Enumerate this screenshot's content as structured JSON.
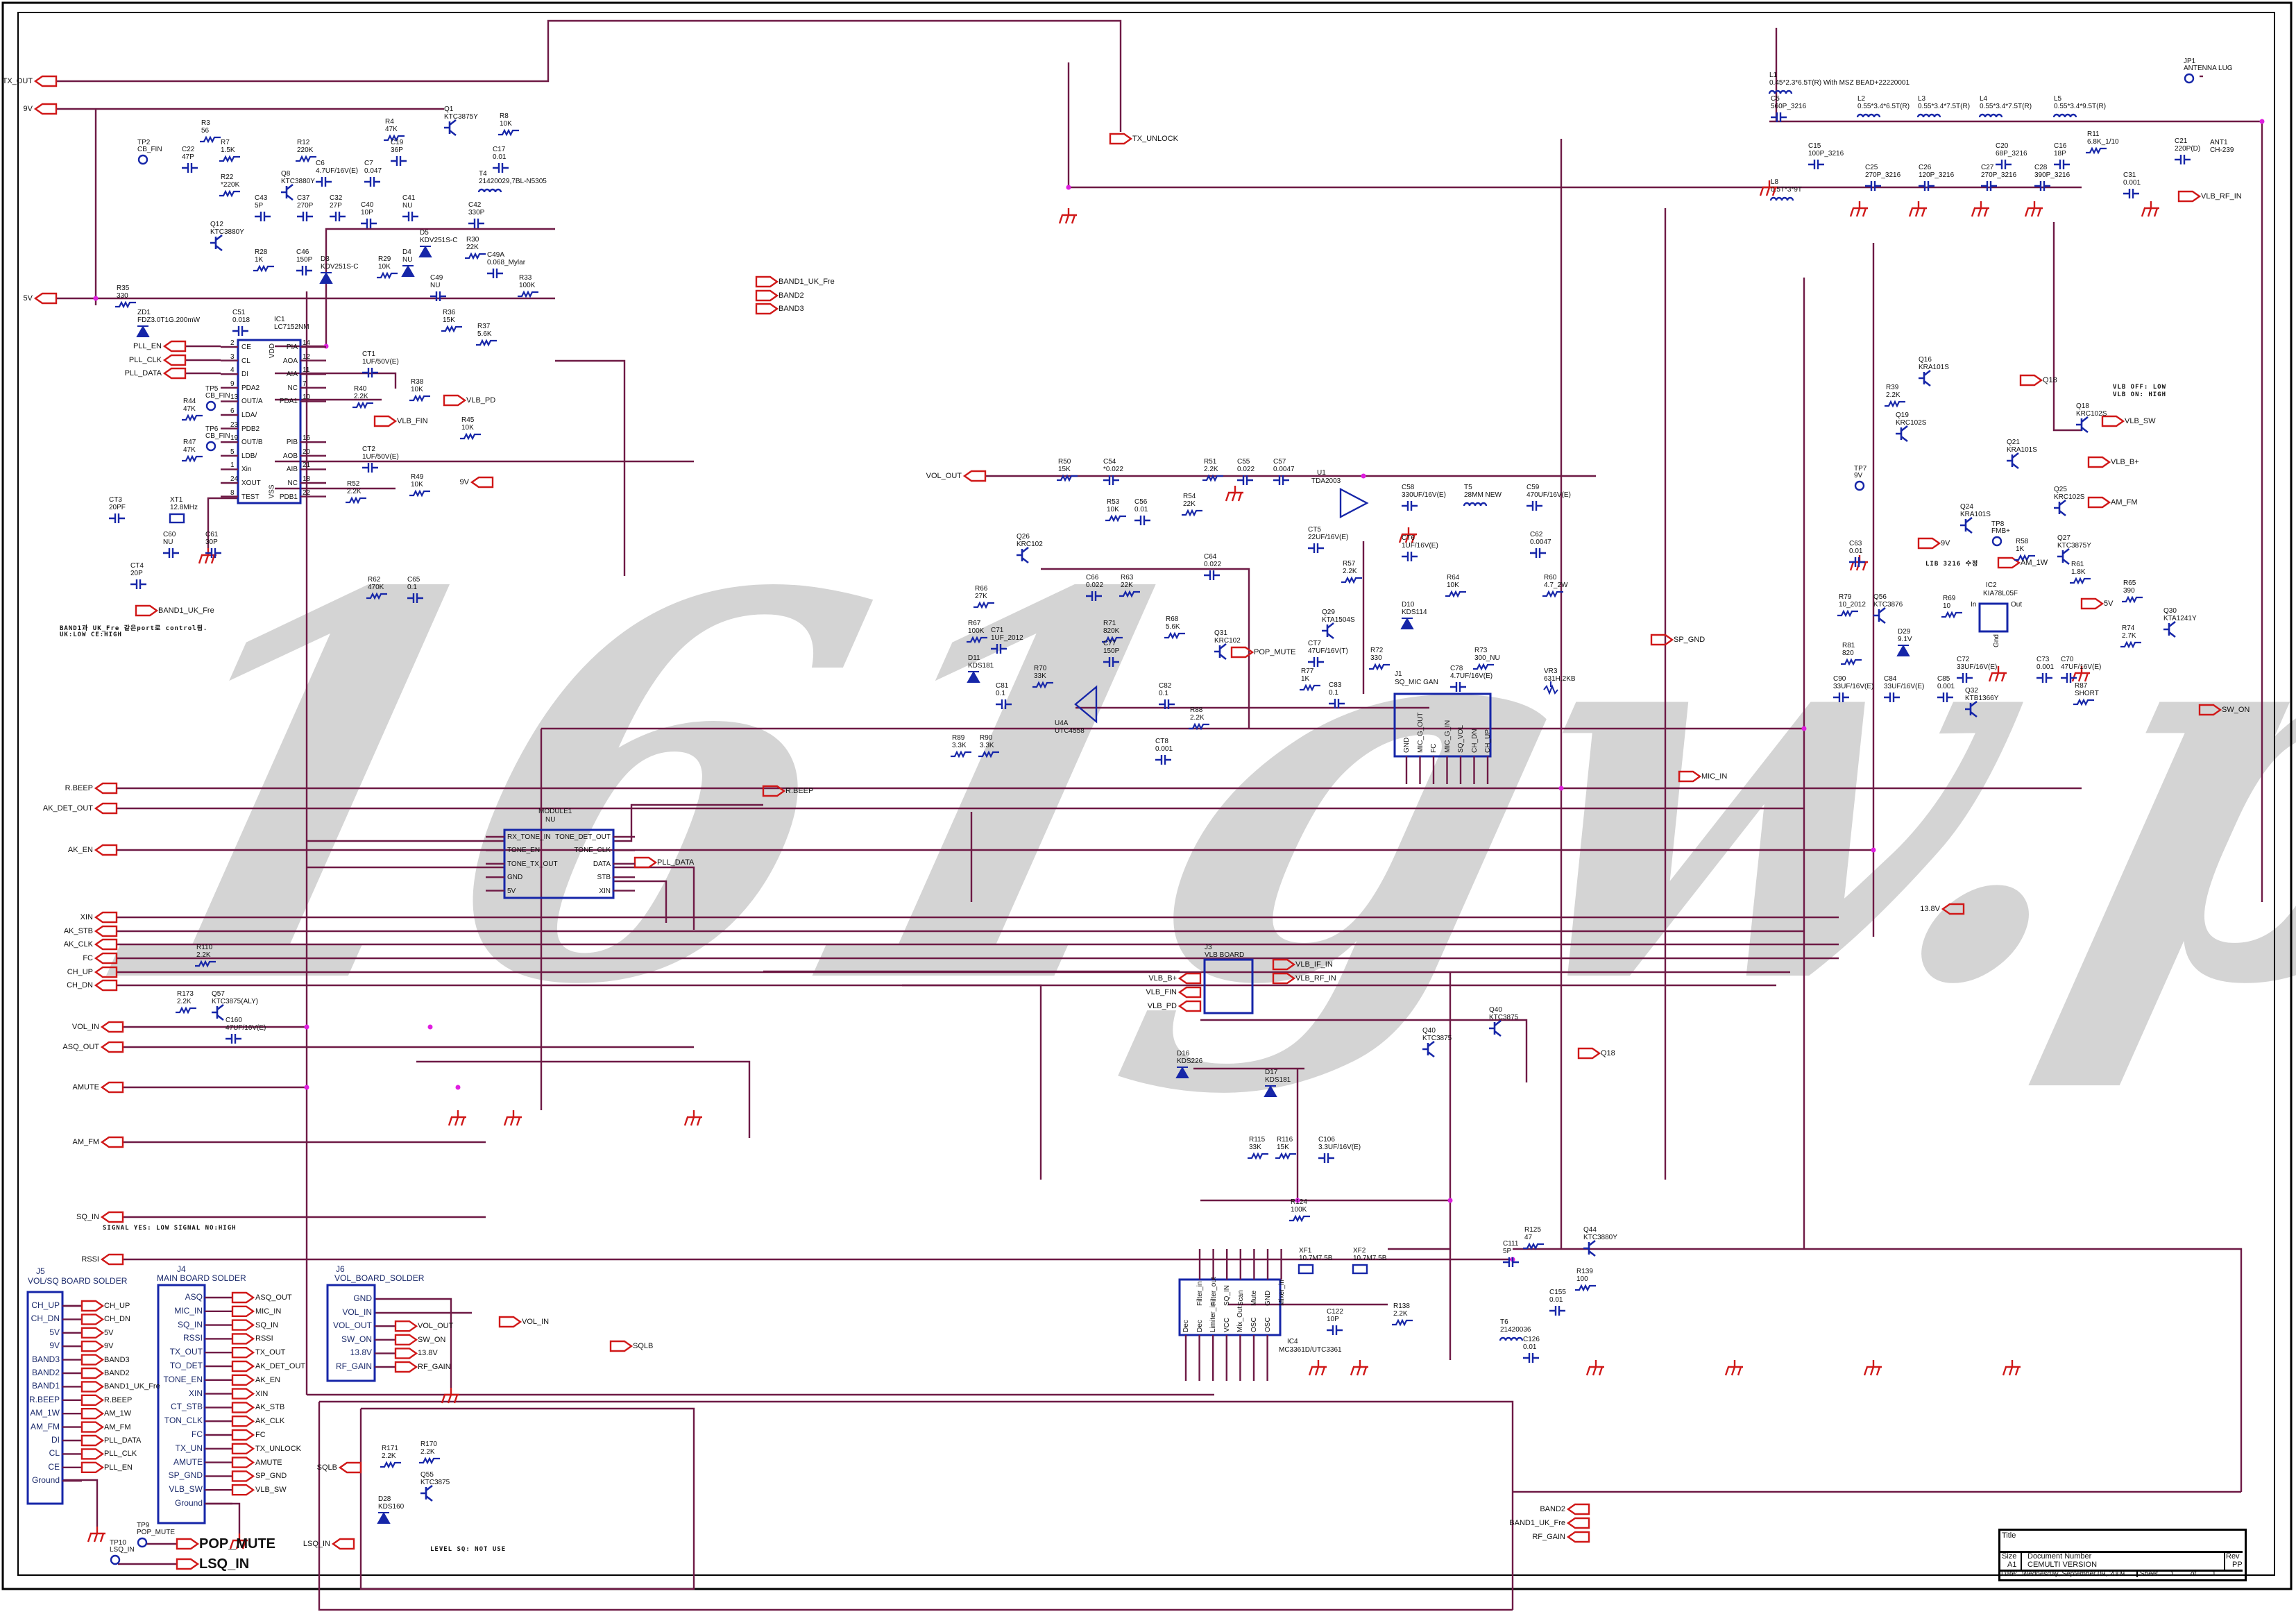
{
  "watermark": "161gw.pl",
  "title_block": {
    "title_label": "Title",
    "size_label": "Size",
    "size": "A1",
    "docnum_label": "Document Number",
    "docnum": "CEMULTI VERSION",
    "rev_label": "Rev",
    "rev": "PP",
    "date_label": "Date:",
    "date": "Wednesday, September 09, 2009",
    "sheet_label": "Sheet",
    "sheet": "1",
    "of_label": "of",
    "sheet_total": "1"
  },
  "ports": [
    "TX_OUT",
    "9V",
    "5V",
    "PLL_EN",
    "PLL_CLK",
    "PLL_DATA",
    "R.BEEP",
    "AK_DET_OUT",
    "AK_EN",
    "XIN",
    "AK_STB",
    "AK_CLK",
    "FC",
    "CH_UP",
    "CH_DN",
    "VOL_IN",
    "ASQ_OUT",
    "AMUTE",
    "AM_FM",
    "SQ_IN",
    "RSSI",
    "VLB_PD",
    "VLB_FIN",
    "9V",
    "BAND1_UK_Fre",
    "VOL_OUT",
    "POP_MUTE",
    "PLL_DATA",
    "Q18",
    "VLB_SW",
    "VLB_B+",
    "AM_FM",
    "9V",
    "5V",
    "VLB_RF_IN",
    "VLB_IF_IN",
    "VLB_RF_IN",
    "Q18",
    "SQLB",
    "LSQ_IN",
    "POP_MUTE",
    "LSQ_IN",
    "BAND1_UK_Fre",
    "BAND2",
    "BAND3",
    "TX_UNLOCK",
    "MIC_IN",
    "SW_ON",
    "SP_GND",
    "AM_1W",
    "13.8V",
    "VLB_B+",
    "VLB_FIN",
    "VLB_PD",
    "BAND2",
    "BAND1_UK_Fre",
    "RF_GAIN",
    "SQLB",
    "VOL_IN",
    "R.BEEP"
  ],
  "connectors": {
    "j5": {
      "ref": "J5",
      "name": "VOL/SQ BOARD SOLDER",
      "pins": [
        "CH_UP",
        "CH_DN",
        "5V",
        "9V",
        "BAND3",
        "BAND2",
        "BAND1",
        "R.BEEP",
        "AM_1W",
        "AM_FM",
        "DI",
        "CL",
        "CE",
        "Ground"
      ],
      "nets": [
        "CH_UP",
        "CH_DN",
        "5V",
        "9V",
        "BAND3",
        "BAND2",
        "BAND1_UK_Fre",
        "R.BEEP",
        "AM_1W",
        "AM_FM",
        "PLL_DATA",
        "PLL_CLK",
        "PLL_EN"
      ]
    },
    "j4": {
      "ref": "J4",
      "name": "MAIN BOARD SOLDER",
      "pins": [
        "ASQ",
        "MIC_IN",
        "SQ_IN",
        "RSSI",
        "TX_OUT",
        "TO_DET",
        "TONE_EN",
        "XIN",
        "CT_STB",
        "TON_CLK",
        "FC",
        "TX_UN",
        "AMUTE",
        "SP_GND",
        "VLB_SW",
        "Ground"
      ],
      "nets": [
        "ASQ_OUT",
        "MIC_IN",
        "SQ_IN",
        "RSSI",
        "TX_OUT",
        "AK_DET_OUT",
        "AK_EN",
        "XIN",
        "AK_STB",
        "AK_CLK",
        "FC",
        "TX_UNLOCK",
        "AMUTE",
        "SP_GND",
        "VLB_SW"
      ]
    },
    "j6": {
      "ref": "J6",
      "name": "VOL_BOARD_SOLDER",
      "pins": [
        "GND",
        "VOL_IN",
        "VOL_OUT",
        "SW_ON",
        "13.8V",
        "RF_GAIN"
      ],
      "nets": [
        "VOL_OUT",
        "SW_ON",
        "13.8V",
        "RF_GAIN"
      ]
    },
    "module1": {
      "ref": "MODULE1",
      "value": "NU",
      "left": [
        "RX_TONE_IN",
        "TONE_EN",
        "TONE_TX_OUT",
        "GND",
        "5V"
      ],
      "right": [
        "TONE_DET_OUT",
        "TONE_CLK",
        "DATA",
        "STB",
        "XIN"
      ]
    },
    "ic1": {
      "ref": "IC1",
      "value": "LC7152NM",
      "left": [
        "CE",
        "CL",
        "DI",
        "PDA2",
        "OUT/A",
        "LDA/",
        "PDB2",
        "OUT/B",
        "LDB/",
        "Xin",
        "XOUT",
        "TEST"
      ],
      "left_nums": [
        "2",
        "3",
        "4",
        "9",
        "13",
        "6",
        "23",
        "19",
        "5",
        "1",
        "24",
        "8"
      ],
      "right": [
        "PIA",
        "AOA",
        "AIA",
        "NC",
        "PDA1",
        "",
        "",
        "PIB",
        "AOB",
        "AIB",
        "NC",
        "PDB1"
      ],
      "right_nums": [
        "14",
        "12",
        "11",
        "7",
        "10",
        "",
        "",
        "16",
        "20",
        "21",
        "18",
        "22"
      ],
      "vdd": "VDD",
      "vss": "VSS"
    },
    "j3": {
      "ref": "J3",
      "name": "VLB BOARD"
    },
    "j1": {
      "ref": "J1",
      "name": "SQ_MIC GAN",
      "pins": [
        "GND",
        "MIC_G_OUT",
        "FC",
        "MIC_G_IN",
        "SQ_VOL",
        "CH_DN",
        "CH_UP"
      ]
    },
    "ic4": {
      "ref": "IC4",
      "value": "MC3361D/UTC3361",
      "top": [
        "Filter_in",
        "Filter_out",
        "SQ_IN",
        "Scan",
        "Mute",
        "GND",
        "Mixer_in"
      ],
      "bottom": [
        "Dec",
        "Dec",
        "Limiter_in",
        "VCC",
        "Mix_Out",
        "OSC",
        "OSC"
      ]
    },
    "ic2": {
      "ref": "IC2",
      "value": "KIA78L05F",
      "in": "In",
      "out": "Out",
      "gnd": "Gnd"
    },
    "u1": {
      "ref": "U1",
      "value": "TDA2003"
    }
  },
  "testpoints": [
    {
      "ref": "TP9",
      "name": "POP_MUTE"
    },
    {
      "ref": "TP10",
      "name": "LSQ_IN"
    },
    {
      "ref": "TP2",
      "name": "CB_FIN"
    },
    {
      "ref": "TP5",
      "name": "CB_FIN"
    },
    {
      "ref": "TP6",
      "name": "CB_FIN"
    },
    {
      "ref": "TP7",
      "name": "9V"
    },
    {
      "ref": "TP8",
      "name": "FMB+"
    },
    {
      "ref": "JP1",
      "name": "ANTENNA LUG"
    }
  ],
  "notes": [
    "SIGNAL YES: LOW SIGNAL NO:HIGH",
    "LEVEL SQ: NOT USE",
    "VLB OFF: LOW",
    "VLB ON: HIGH",
    "LIB 3216 수정",
    "BAND1과 UK_Fre 같은port로 control됨.",
    "UK:LOW CE:HIGH"
  ],
  "components": [
    {
      "ref": "R3",
      "value": "56"
    },
    {
      "ref": "R7",
      "value": "1.5K"
    },
    {
      "ref": "C22",
      "value": "47P"
    },
    {
      "ref": "R12",
      "value": "220K"
    },
    {
      "ref": "C6",
      "value": "4.7UF/16V(E)"
    },
    {
      "ref": "C7",
      "value": "0.047"
    },
    {
      "ref": "R4",
      "value": "47K"
    },
    {
      "ref": "C19",
      "value": "36P"
    },
    {
      "ref": "Q1",
      "value": "KTC3875Y"
    },
    {
      "ref": "R8",
      "value": "10K"
    },
    {
      "ref": "C17",
      "value": "0.01"
    },
    {
      "ref": "R22",
      "value": "*220K"
    },
    {
      "ref": "Q8",
      "value": "KTC3880Y"
    },
    {
      "ref": "C43",
      "value": "5P"
    },
    {
      "ref": "C37",
      "value": "270P"
    },
    {
      "ref": "C32",
      "value": "27P"
    },
    {
      "ref": "C40",
      "value": "10P"
    },
    {
      "ref": "C41",
      "value": "NU"
    },
    {
      "ref": "C42",
      "value": "330P"
    },
    {
      "ref": "T4",
      "value": "21420029,7BL-N5305"
    },
    {
      "ref": "Q12",
      "value": "KTC3880Y"
    },
    {
      "ref": "R28",
      "value": "1K"
    },
    {
      "ref": "C46",
      "value": "150P"
    },
    {
      "ref": "D3",
      "value": "KDV251S-C"
    },
    {
      "ref": "R29",
      "value": "10K"
    },
    {
      "ref": "D4",
      "value": "NU"
    },
    {
      "ref": "D5",
      "value": "KDV251S-C"
    },
    {
      "ref": "R30",
      "value": "22K"
    },
    {
      "ref": "C49A",
      "value": "0.068_Mylar"
    },
    {
      "ref": "C49",
      "value": "NU"
    },
    {
      "ref": "R35",
      "value": "330"
    },
    {
      "ref": "R33",
      "value": "100K"
    },
    {
      "ref": "ZD1",
      "value": "FDZ3.0T1G.200mW"
    },
    {
      "ref": "C51",
      "value": "0.018"
    },
    {
      "ref": "R44",
      "value": "47K"
    },
    {
      "ref": "R47",
      "value": "47K"
    },
    {
      "ref": "CT3",
      "value": "20PF"
    },
    {
      "ref": "XT1",
      "value": "12.8MHz"
    },
    {
      "ref": "C60",
      "value": "NU"
    },
    {
      "ref": "C61",
      "value": "30P"
    },
    {
      "ref": "CT4",
      "value": "20P"
    },
    {
      "ref": "CT1",
      "value": "1UF/50V(E)"
    },
    {
      "ref": "R38",
      "value": "10K"
    },
    {
      "ref": "R40",
      "value": "2.2K"
    },
    {
      "ref": "R36",
      "value": "15K"
    },
    {
      "ref": "R37",
      "value": "5.6K"
    },
    {
      "ref": "R45",
      "value": "10K"
    },
    {
      "ref": "CT2",
      "value": "1UF/50V(E)"
    },
    {
      "ref": "R49",
      "value": "10K"
    },
    {
      "ref": "R52",
      "value": "2.2K"
    },
    {
      "ref": "R62",
      "value": "470K"
    },
    {
      "ref": "C65",
      "value": "0.1"
    },
    {
      "ref": "R50",
      "value": "15K"
    },
    {
      "ref": "C54",
      "value": "*0.022"
    },
    {
      "ref": "R51",
      "value": "2.2K"
    },
    {
      "ref": "C55",
      "value": "0.022"
    },
    {
      "ref": "C57",
      "value": "0.0047"
    },
    {
      "ref": "R53",
      "value": "10K"
    },
    {
      "ref": "C56",
      "value": "0.01"
    },
    {
      "ref": "R54",
      "value": "22K"
    },
    {
      "ref": "C58",
      "value": "330UF/16V(E)"
    },
    {
      "ref": "T5",
      "value": "28MM NEW"
    },
    {
      "ref": "C59",
      "value": "470UF/16V(E)"
    },
    {
      "ref": "CT5",
      "value": "22UF/16V(E)"
    },
    {
      "ref": "CT6",
      "value": "1UF/16V(E)"
    },
    {
      "ref": "Q26",
      "value": "KRC102"
    },
    {
      "ref": "C64",
      "value": "0.022"
    },
    {
      "ref": "R57",
      "value": "2.2K"
    },
    {
      "ref": "C62",
      "value": "0.0047"
    },
    {
      "ref": "C66",
      "value": "0.022"
    },
    {
      "ref": "R63",
      "value": "22K"
    },
    {
      "ref": "R64",
      "value": "10K"
    },
    {
      "ref": "R60",
      "value": "4.7_2W"
    },
    {
      "ref": "R66",
      "value": "27K"
    },
    {
      "ref": "Q29",
      "value": "KTA1504S"
    },
    {
      "ref": "D10",
      "value": "KDS114"
    },
    {
      "ref": "R68",
      "value": "5.6K"
    },
    {
      "ref": "R67",
      "value": "100K"
    },
    {
      "ref": "C71",
      "value": "1UF_2012"
    },
    {
      "ref": "R71",
      "value": "820K"
    },
    {
      "ref": "Q31",
      "value": "KRC102"
    },
    {
      "ref": "C77",
      "value": "150P"
    },
    {
      "ref": "D11",
      "value": "KDS181"
    },
    {
      "ref": "CT7",
      "value": "47UF/16V(T)"
    },
    {
      "ref": "R72",
      "value": "330"
    },
    {
      "ref": "R73",
      "value": "300_NU"
    },
    {
      "ref": "R70",
      "value": "33K"
    },
    {
      "ref": "C78",
      "value": "4.7UF/16V(E)"
    },
    {
      "ref": "VR3",
      "value": "631H,2KB"
    },
    {
      "ref": "R77",
      "value": "1K"
    },
    {
      "ref": "C83",
      "value": "0.1"
    },
    {
      "ref": "C81",
      "value": "0.1"
    },
    {
      "ref": "C82",
      "value": "0.1"
    },
    {
      "ref": "R88",
      "value": "2.2K"
    },
    {
      "ref": "U4A",
      "value": "UTC4558"
    },
    {
      "ref": "R89",
      "value": "3.3K"
    },
    {
      "ref": "R90",
      "value": "3.3K"
    },
    {
      "ref": "CT8",
      "value": "0.001"
    },
    {
      "ref": "Q16",
      "value": "KRA101S"
    },
    {
      "ref": "R39",
      "value": "2.2K"
    },
    {
      "ref": "Q19",
      "value": "KRC102S"
    },
    {
      "ref": "Q18",
      "value": "KRC102S"
    },
    {
      "ref": "Q21",
      "value": "KRA101S"
    },
    {
      "ref": "Q25",
      "value": "KRC102S"
    },
    {
      "ref": "Q24",
      "value": "KRA101S"
    },
    {
      "ref": "R58",
      "value": "1K"
    },
    {
      "ref": "Q27",
      "value": "KTC3875Y"
    },
    {
      "ref": "C63",
      "value": "0.01"
    },
    {
      "ref": "R61",
      "value": "1.8K"
    },
    {
      "ref": "R65",
      "value": "390"
    },
    {
      "ref": "R79",
      "value": "10_2012"
    },
    {
      "ref": "Q56",
      "value": "KTC3876"
    },
    {
      "ref": "R69",
      "value": "10"
    },
    {
      "ref": "Q30",
      "value": "KTA1241Y"
    },
    {
      "ref": "R74",
      "value": "2.7K"
    },
    {
      "ref": "D29",
      "value": "9.1V"
    },
    {
      "ref": "R81",
      "value": "820"
    },
    {
      "ref": "C72",
      "value": "33UF/16V(E)"
    },
    {
      "ref": "C73",
      "value": "0.001"
    },
    {
      "ref": "C70",
      "value": "47UF/16V(E)"
    },
    {
      "ref": "C90",
      "value": "33UF/16V(E)"
    },
    {
      "ref": "C84",
      "value": "33UF/16V(E)"
    },
    {
      "ref": "C85",
      "value": "0.001"
    },
    {
      "ref": "Q32",
      "value": "KTB1366Y"
    },
    {
      "ref": "R87",
      "value": "SHORT"
    },
    {
      "ref": "L1",
      "value": "0.45*2.3*6.5T(R) With MSZ BEAD+22220001"
    },
    {
      "ref": "C5",
      "value": "560P_3216"
    },
    {
      "ref": "L2",
      "value": "0.55*3.4*6.5T(R)"
    },
    {
      "ref": "L3",
      "value": "0.55*3.4*7.5T(R)"
    },
    {
      "ref": "L4",
      "value": "0.55*3.4*7.5T(R)"
    },
    {
      "ref": "L5",
      "value": "0.55*3.4*9.5T(R)"
    },
    {
      "ref": "C15",
      "value": "100P_3216"
    },
    {
      "ref": "C20",
      "value": "68P_3216"
    },
    {
      "ref": "C16",
      "value": "18P"
    },
    {
      "ref": "R11",
      "value": "6.8K_1/10"
    },
    {
      "ref": "C21",
      "value": "220P(D)"
    },
    {
      "ref": "ANT1",
      "value": "CH-239"
    },
    {
      "ref": "C25",
      "value": "270P_3216"
    },
    {
      "ref": "C26",
      "value": "120P_3216"
    },
    {
      "ref": "C27",
      "value": "270P_3216"
    },
    {
      "ref": "C28",
      "value": "390P_3216"
    },
    {
      "ref": "L8",
      "value": "0.5T*3*9T"
    },
    {
      "ref": "C31",
      "value": "0.001"
    },
    {
      "ref": "R171",
      "value": "2.2K"
    },
    {
      "ref": "R170",
      "value": "2.2K"
    },
    {
      "ref": "Q55",
      "value": "KTC3875"
    },
    {
      "ref": "D28",
      "value": "KDS160"
    },
    {
      "ref": "R110",
      "value": "2.2K"
    },
    {
      "ref": "R173",
      "value": "2.2K"
    },
    {
      "ref": "Q57",
      "value": "KTC3875(ALY)"
    },
    {
      "ref": "C160",
      "value": "47UF/16V(E)"
    },
    {
      "ref": "D16",
      "value": "KDS226"
    },
    {
      "ref": "D17",
      "value": "KDS181"
    },
    {
      "ref": "R115",
      "value": "33K"
    },
    {
      "ref": "R116",
      "value": "15K"
    },
    {
      "ref": "C106",
      "value": "3.3UF/16V(E)"
    },
    {
      "ref": "Q40",
      "value": "KTC3875"
    },
    {
      "ref": "R124",
      "value": "100K"
    },
    {
      "ref": "R125",
      "value": "47"
    },
    {
      "ref": "Q44",
      "value": "KTC3880Y"
    },
    {
      "ref": "C111",
      "value": "5P"
    },
    {
      "ref": "XF1",
      "value": "10.7M7.5B"
    },
    {
      "ref": "XF2",
      "value": "10.7M7.5B"
    },
    {
      "ref": "R139",
      "value": "100"
    },
    {
      "ref": "C155",
      "value": "0.01"
    },
    {
      "ref": "C122",
      "value": "10P"
    },
    {
      "ref": "R138",
      "value": "2.2K"
    },
    {
      "ref": "T6",
      "value": "21420036"
    },
    {
      "ref": "C126",
      "value": "0.01"
    },
    {
      "ref": "Q40",
      "value": "KTC3875"
    }
  ],
  "colors": {
    "wire": "#6e1a45",
    "port": "#d01818",
    "part": "#1626a8",
    "junction": "#e01ee0",
    "frame": "#000000",
    "watermark": "#d4d4d4"
  }
}
